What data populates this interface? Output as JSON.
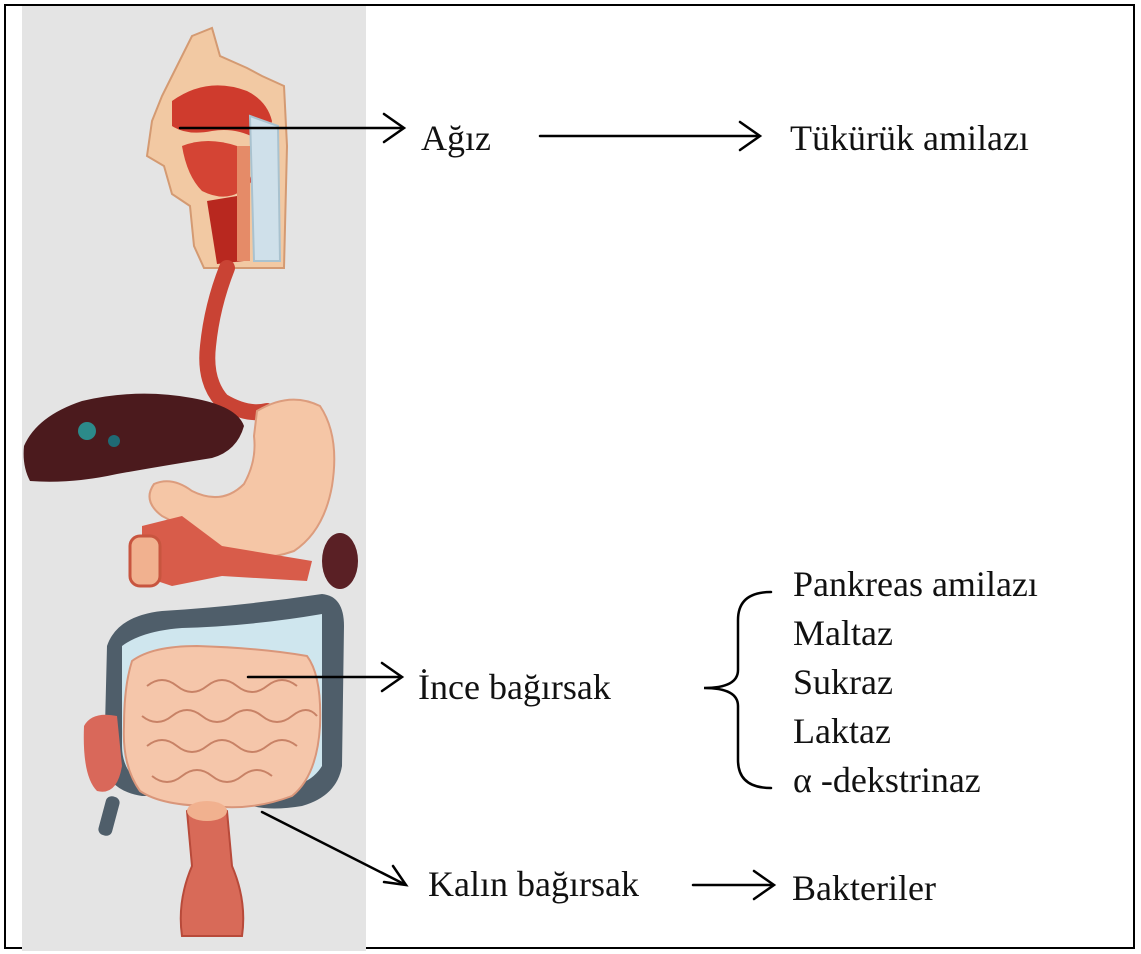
{
  "organs": {
    "mouth": "Ağız",
    "small_intestine": "İnce bağırsak",
    "large_intestine": "Kalın bağırsak"
  },
  "enzymes": {
    "mouth": [
      "Tükürük amilazı"
    ],
    "small_intestine": [
      "Pankreas amilazı",
      "Maltaz",
      "Sukraz",
      "Laktaz",
      "α -dekstrinaz"
    ],
    "large_intestine": [
      "Bakteriler"
    ]
  },
  "colors": {
    "photo_background": "#e4e4e4",
    "arrow": "#000000"
  },
  "icons": [
    "digestive-system-model"
  ]
}
